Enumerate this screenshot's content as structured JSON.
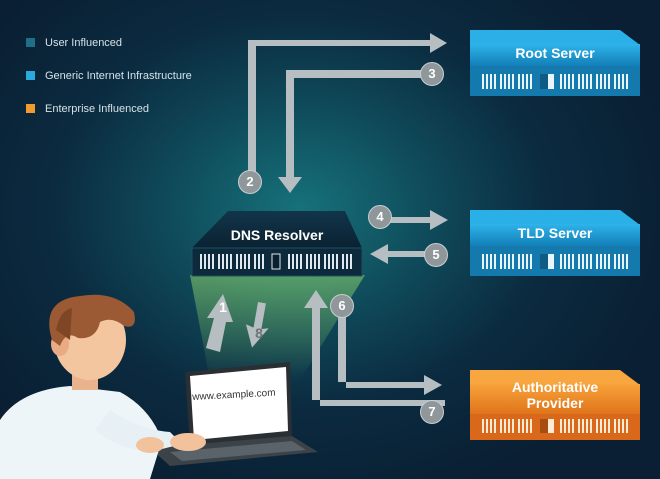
{
  "legend": [
    {
      "label": "User Influenced",
      "color": "#1f6f86"
    },
    {
      "label": "Generic Internet Infrastructure",
      "color": "#2aa9dc"
    },
    {
      "label": "Enterprise Influenced",
      "color": "#f29a2e"
    }
  ],
  "servers": {
    "root": {
      "label": "Root Server",
      "color": "#1f9dd4"
    },
    "tld": {
      "label": "TLD Server",
      "color": "#1f9dd4"
    },
    "authoritative": {
      "line1": "Authoritative",
      "line2": "Provider",
      "color": "#f08c26"
    },
    "resolver": {
      "label": "DNS  Resolver"
    }
  },
  "steps": [
    "1",
    "2",
    "3",
    "4",
    "5",
    "6",
    "7",
    "8"
  ],
  "laptop": {
    "url": "www.example.com"
  }
}
